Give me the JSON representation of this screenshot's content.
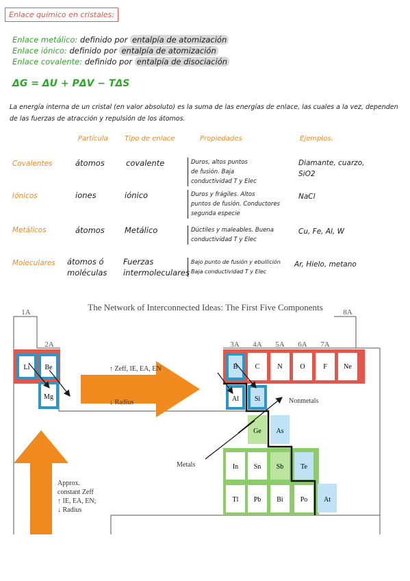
{
  "title": "Enlace químico en cristales:",
  "bond_lines": [
    {
      "keyword": "Enlace metálico:",
      "text": "definido por",
      "highlight": "entalpía de atomización"
    },
    {
      "keyword": "Enlace iónico:",
      "text": "definido por",
      "highlight": "entalpía de atomización"
    },
    {
      "keyword": "Enlace covalente:",
      "text": "definido por",
      "highlight": "entalpía de disociación"
    }
  ],
  "equation": "ΔG = ΔU + PΔV − TΔS",
  "paragraph": "La energía interna de un cristal (en valor absoluto) es la suma de las energías de enlace, las cuales a la vez, dependen de las fuerzas de atracción y repulsión de los átomos.",
  "table": {
    "headers": [
      "Partícula",
      "Tipo de enlace",
      "Propiedades",
      "Ejemplos."
    ],
    "rows": [
      {
        "name": "Covalentes",
        "particle": "átomos",
        "bond": "covalente",
        "properties": "Duros, altos puntos\nde fusión. Baja\nconductividad T y Elec",
        "examples": "Diamante, cuarzo,\nSiO2"
      },
      {
        "name": "Iónicos",
        "particle": "iones",
        "bond": "iónico",
        "properties": "Duros y frágiles. Altos\npuntos de fusión. Conductores\nsegunda especie",
        "examples": "NaCl"
      },
      {
        "name": "Metálicos",
        "particle": "átomos",
        "bond": "Metálico",
        "properties": "Dúctiles y maleables. Buena\nconductividad T y Elec",
        "examples": "Cu, Fe, Al, W"
      },
      {
        "name": "Moleculares",
        "particle": "átomos ó\nmoléculas",
        "bond": "Fuerzas\nintermoleculares",
        "properties": "Bajo punto de fusión y ebullición\nBaja conductividad T y Elec",
        "examples": "Ar, Hielo, metano"
      }
    ]
  },
  "figure": {
    "title": "The Network of Interconnected Ideas: The First Five Components",
    "groups": [
      "1A",
      "2A",
      "3A",
      "4A",
      "5A",
      "6A",
      "7A",
      "8A"
    ],
    "arrow_h_lines": [
      "↑ Zeff, IE, EA, EN",
      "↓ Radius"
    ],
    "arrow_v_lines": [
      "Approx.",
      "constant Zeff",
      "↑ IE, EA, EN;",
      "↓ Radius"
    ],
    "labels": {
      "nonmetals": "Nonmetals",
      "metals": "Metals"
    },
    "elements": [
      "Li",
      "Be",
      "Mg",
      "B",
      "C",
      "N",
      "O",
      "F",
      "Ne",
      "Al",
      "Si",
      "Ge",
      "As",
      "In",
      "Sn",
      "Sb",
      "Te",
      "Tl",
      "Pb",
      "Bi",
      "Po",
      "At"
    ]
  },
  "colors": {
    "orange": "#f08a1e",
    "green": "#2fa62a",
    "red": "#e2564b",
    "blue": "#2b97c6",
    "lightblue": "#bfe3f5",
    "lightgreen": "#bde59f"
  }
}
